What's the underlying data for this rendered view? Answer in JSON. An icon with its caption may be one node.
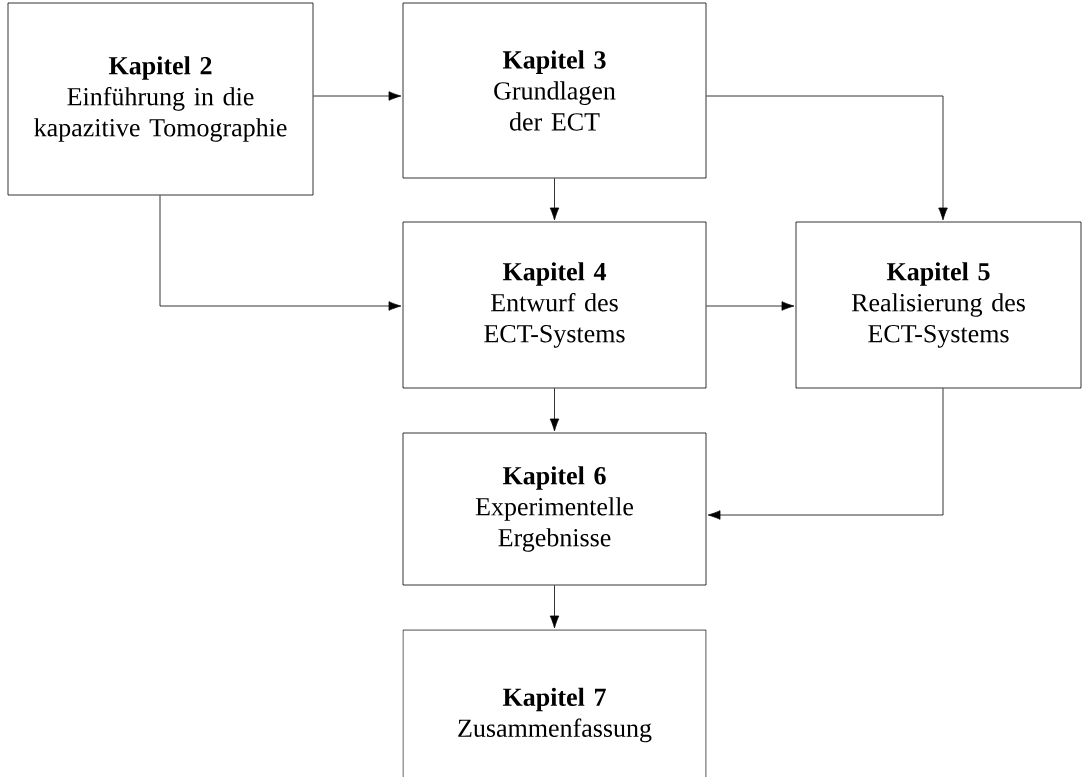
{
  "diagram": {
    "nodes": [
      {
        "text": [
          "Kapitel 2",
          "Einführung in die kapazitive Tomographie"
        ]
      },
      {
        "text": [
          "Kapitel 3",
          "Grundlagen der ECT"
        ]
      },
      {
        "text": [
          "Kapitel 4",
          "Entwurf des ECT-Systems"
        ]
      },
      {
        "text": [
          "Kapitel 5",
          "Realisierung des ECT-Systems"
        ]
      },
      {
        "text": [
          "Kapitel 6",
          "Experimentelle Ergebnisse"
        ]
      },
      {
        "text": [
          "Kapitel 7",
          "Zusammenfassung"
        ]
      }
    ],
    "edges": [
      {
        "from": 0,
        "to": 1,
        "arrow": "to"
      },
      {
        "from": 0,
        "to": 2,
        "arrow": "to"
      },
      {
        "from": 1,
        "to": 2,
        "arrow": "to"
      },
      {
        "from": 1,
        "to": 3,
        "arrow": "to"
      },
      {
        "from": 2,
        "to": 3,
        "arrow": "to"
      },
      {
        "from": 2,
        "to": 4,
        "arrow": "to"
      },
      {
        "from": 3,
        "to": 4,
        "arrow": "to"
      },
      {
        "from": 4,
        "to": 5,
        "arrow": "to"
      }
    ]
  }
}
